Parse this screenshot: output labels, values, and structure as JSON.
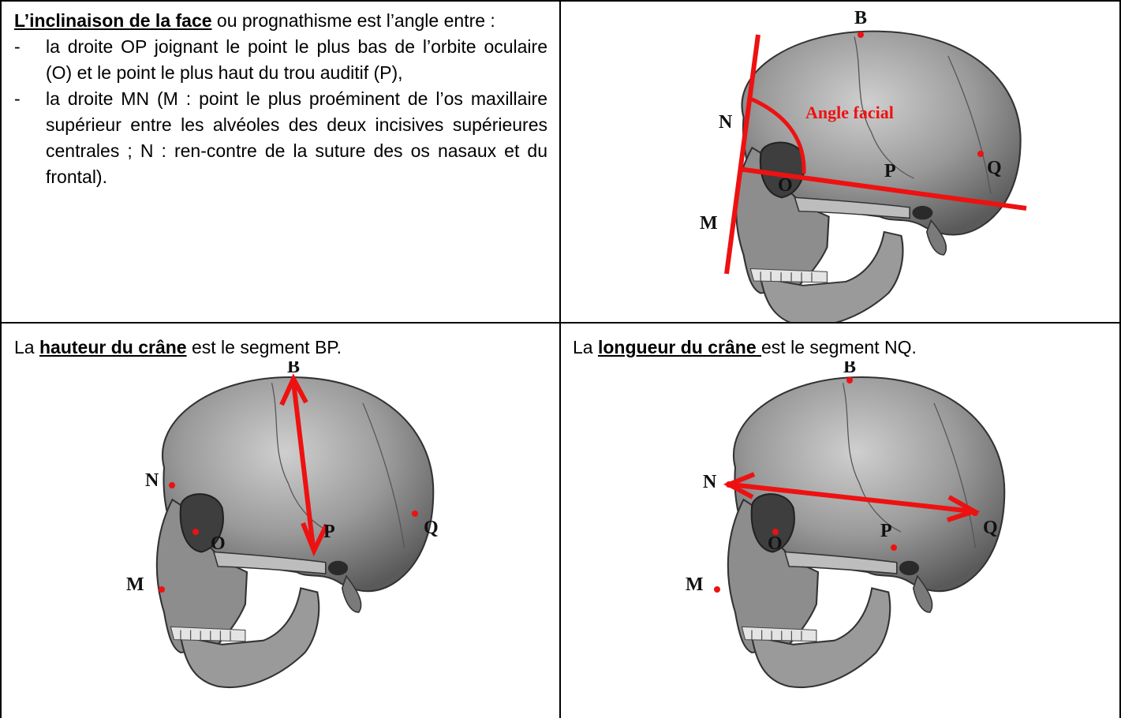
{
  "colors": {
    "accent": "#ee1111",
    "border": "#000000"
  },
  "cell1": {
    "term": "L’inclinaison de la face",
    "intro": " ou prognathisme est l’angle entre :",
    "bullet_char": "-",
    "bullets": [
      "la droite OP joignant le point le plus bas de l’orbite oculaire (O) et le point le plus haut du trou auditif (P),",
      "la droite MN (M : point le plus proéminent de l’os maxillaire supérieur entre les alvéoles des deux incisives supérieures centrales ; N : ren-contre de la suture des os nasaux et du frontal)."
    ]
  },
  "figure1": {
    "labels": {
      "B": "B",
      "N": "N",
      "O": "O",
      "P": "P",
      "Q": "Q",
      "M": "M"
    },
    "angle_label": "Angle facial"
  },
  "cell3": {
    "pre": "La ",
    "term": "hauteur du crâne",
    "post": " est le segment BP."
  },
  "cell4": {
    "pre": "La ",
    "term": "longueur du crâne ",
    "post": "est le segment NQ."
  },
  "figure2": {
    "labels": {
      "B": "B",
      "N": "N",
      "O": "O",
      "P": "P",
      "Q": "Q",
      "M": "M"
    }
  },
  "figure3": {
    "labels": {
      "B": "B",
      "N": "N",
      "O": "O",
      "P": "P",
      "Q": "Q",
      "M": "M"
    }
  }
}
